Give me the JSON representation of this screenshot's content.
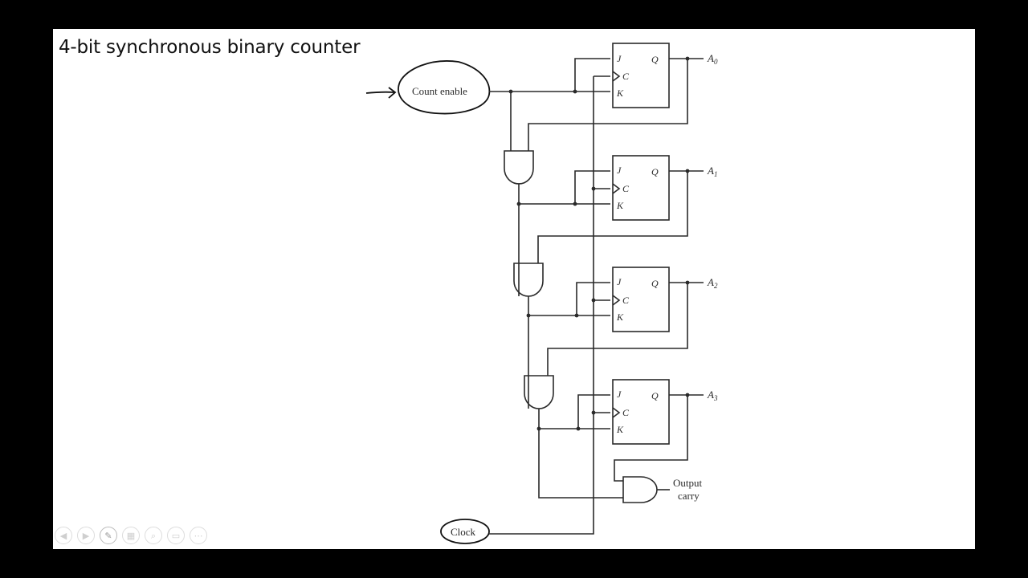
{
  "slide": {
    "title": "4-bit synchronous binary counter"
  },
  "diagram": {
    "inputs": {
      "count_enable": "Count enable",
      "clock": "Clock"
    },
    "flip_flops": [
      {
        "j": "J",
        "c": "C",
        "k": "K",
        "q": "Q",
        "output": "A",
        "subscript": "0"
      },
      {
        "j": "J",
        "c": "C",
        "k": "K",
        "q": "Q",
        "output": "A",
        "subscript": "1"
      },
      {
        "j": "J",
        "c": "C",
        "k": "K",
        "q": "Q",
        "output": "A",
        "subscript": "2"
      },
      {
        "j": "J",
        "c": "C",
        "k": "K",
        "q": "Q",
        "output": "A",
        "subscript": "3"
      }
    ],
    "output_carry": [
      "Output",
      "carry"
    ]
  },
  "toolbar": {
    "items": [
      {
        "name": "previous-slide-button",
        "icon": "◀"
      },
      {
        "name": "next-slide-button",
        "icon": "▶"
      },
      {
        "name": "pen-tool-button",
        "icon": "✎"
      },
      {
        "name": "see-all-slides-button",
        "icon": "▦"
      },
      {
        "name": "zoom-button",
        "icon": "⌕"
      },
      {
        "name": "subtitles-button",
        "icon": "▭"
      },
      {
        "name": "more-options-button",
        "icon": "⋯"
      }
    ]
  }
}
